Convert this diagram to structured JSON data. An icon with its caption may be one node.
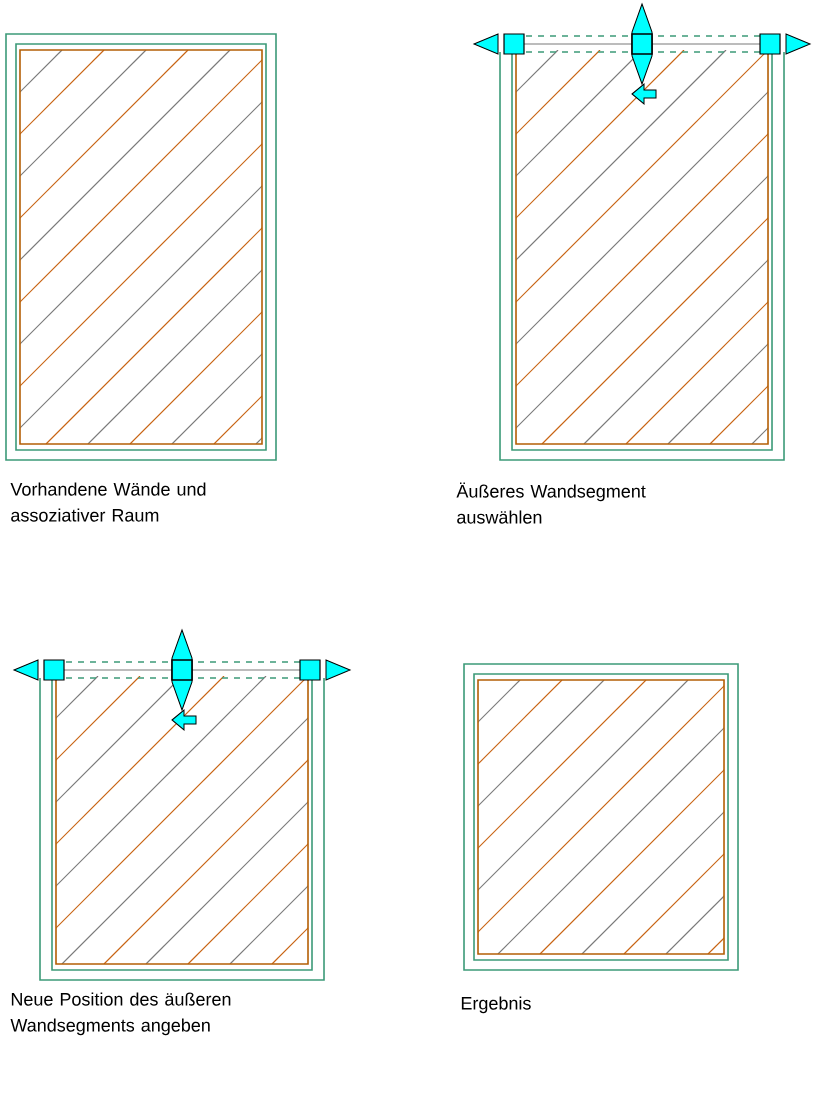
{
  "diagram": {
    "labels": [
      "Vorhandene Wände und assoziativer Raum",
      "Äußeres Wandsegment auswählen",
      "Neue Position des äußeren Wandsegments angeben",
      "Ergebnis"
    ]
  }
}
